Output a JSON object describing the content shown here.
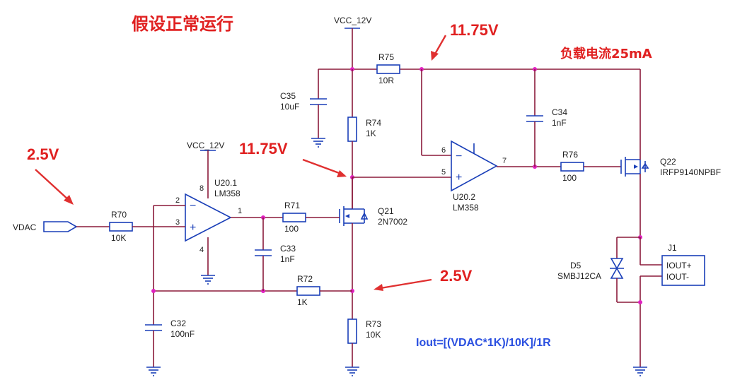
{
  "title": "假设正常运行",
  "load_current_note": "负载电流25mA",
  "formula": "Iout=[(VDAC*1K)/10K]/1R",
  "annotations": {
    "vdac_voltage": "2.5V",
    "r75_voltage": "11.75V",
    "q21_drain_voltage": "11.75V",
    "sense_voltage": "2.5V"
  },
  "power": {
    "vcc_top": "VCC_12V",
    "vcc_u20": "VCC_12V"
  },
  "ports": {
    "vdac": "VDAC"
  },
  "components": {
    "R70": {
      "ref": "R70",
      "value": "10K"
    },
    "R71": {
      "ref": "R71",
      "value": "100"
    },
    "R72": {
      "ref": "R72",
      "value": "1K"
    },
    "R73": {
      "ref": "R73",
      "value": "10K"
    },
    "R74": {
      "ref": "R74",
      "value": "1K"
    },
    "R75": {
      "ref": "R75",
      "value": "10R"
    },
    "R76": {
      "ref": "R76",
      "value": "100"
    },
    "C32": {
      "ref": "C32",
      "value": "100nF"
    },
    "C33": {
      "ref": "C33",
      "value": "1nF"
    },
    "C34": {
      "ref": "C34",
      "value": "1nF"
    },
    "C35": {
      "ref": "C35",
      "value": "10uF"
    },
    "U20_1": {
      "ref": "U20.1",
      "value": "LM358"
    },
    "U20_2": {
      "ref": "U20.2",
      "value": "LM358"
    },
    "Q21": {
      "ref": "Q21",
      "value": "2N7002"
    },
    "Q22": {
      "ref": "Q22",
      "value": "IRFP9140NPBF"
    },
    "D5": {
      "ref": "D5",
      "value": "SMBJ12CA"
    },
    "J1": {
      "ref": "J1",
      "pin1": "IOUT+",
      "pin2": "IOUT-"
    }
  },
  "pins": {
    "u20_1_inv": "2",
    "u20_1_noninv": "3",
    "u20_1_out": "1",
    "u20_1_vcc": "8",
    "u20_1_gnd": "4",
    "u20_2_inv": "6",
    "u20_2_noninv": "5",
    "u20_2_out": "7"
  },
  "signs": {
    "minus": "−",
    "plus": "+"
  }
}
